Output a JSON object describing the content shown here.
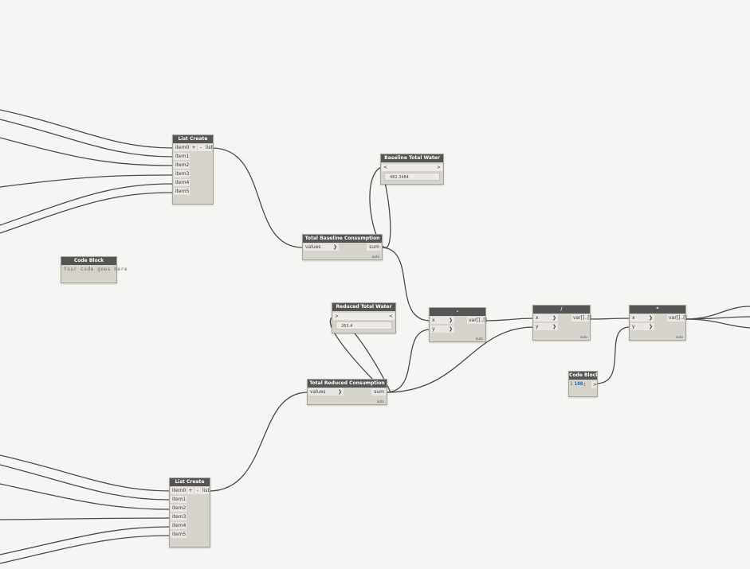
{
  "nodes": {
    "list_create_top": {
      "title": "List Create",
      "inputs": [
        "item0",
        "item1",
        "item2",
        "item3",
        "item4",
        "item5"
      ],
      "add_label": "+",
      "remove_label": "-",
      "output": "list"
    },
    "list_create_bottom": {
      "title": "List Create",
      "inputs": [
        "item0",
        "item1",
        "item2",
        "item3",
        "item4",
        "item5"
      ],
      "add_label": "+",
      "remove_label": "-",
      "output": "list"
    },
    "baseline_total_water": {
      "title": "Baseline Total Water",
      "left_chevron": "<",
      "right_chevron": ">",
      "value": "482.3484"
    },
    "total_baseline_consumption": {
      "title": "Total Baseline Consumption",
      "input": "values",
      "output": "sum",
      "lacing": "auto"
    },
    "code_block_left": {
      "title": "Code Block",
      "placeholder": "Your code goes here"
    },
    "reduced_total_water": {
      "title": "Reduced Total Water",
      "left_chevron": ">",
      "right_chevron": "<",
      "value": "263.4"
    },
    "total_reduced_consumption": {
      "title": "Total Reduced Consumption",
      "input": "values",
      "output": "sum",
      "lacing": "auto"
    },
    "subtract": {
      "title": "-",
      "inputs": [
        "x",
        "y"
      ],
      "output": "var[]..[]",
      "lacing": "auto"
    },
    "divide": {
      "title": "/",
      "inputs": [
        "x",
        "y"
      ],
      "output": "var[]..[]",
      "lacing": "auto"
    },
    "multiply": {
      "title": "*",
      "inputs": [
        "x",
        "y"
      ],
      "output": "var[]..[]",
      "lacing": "auto"
    },
    "code_block_right": {
      "title": "Code Block",
      "line_number": "1",
      "code_value": "100",
      "code_semicolon": ";",
      "output": ">"
    }
  }
}
